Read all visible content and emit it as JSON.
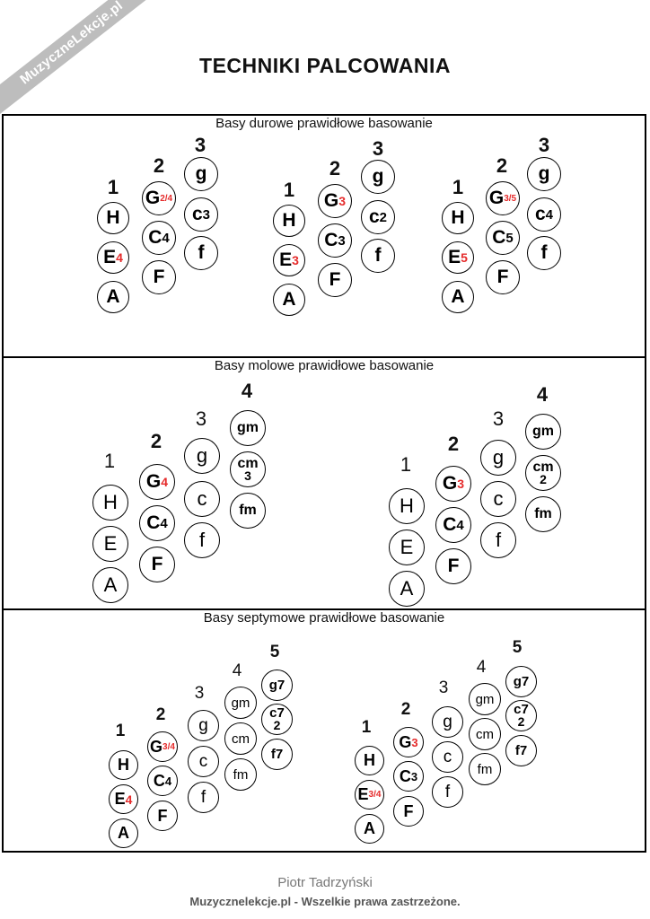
{
  "watermark": "MuzyczneLekcje.pl",
  "title": "TECHNIKI PALCOWANIA",
  "sections": [
    {
      "title": "Basy durowe prawidłowe basowanie"
    },
    {
      "title": "Basy molowe prawidłowe basowanie"
    },
    {
      "title": "Basy septymowe prawidłowe basowanie"
    }
  ],
  "labels": {
    "n1": "1",
    "n2": "2",
    "n3": "3",
    "n4": "4",
    "n5": "5"
  },
  "notes": {
    "H": "H",
    "E": "E",
    "A": "A",
    "G": "G",
    "C": "C",
    "F": "F",
    "g": "g",
    "c": "c",
    "f": "f",
    "gm": "gm",
    "cm": "cm",
    "fm": "fm",
    "g7": "g7",
    "c7": "c7",
    "f7": "f7"
  },
  "fingerings": {
    "d1_G": "2/4",
    "d1_C": "4",
    "d1_c": "3",
    "d1_E": "4",
    "d2_G": "3",
    "d2_C": "3",
    "d2_c": "2",
    "d2_E": "3",
    "d3_G": "3/5",
    "d3_C": "5",
    "d3_c": "4",
    "d3_E": "5",
    "m1_G": "4",
    "m1_C": "4",
    "m1_cm": "3",
    "m2_G": "3",
    "m2_C": "4",
    "m2_cm": "2",
    "s1_G": "3/4",
    "s1_C": "4",
    "s1_E": "4",
    "s1_c7": "2",
    "s2_G": "3",
    "s2_C": "3",
    "s2_E": "3/4",
    "s2_c7": "2"
  },
  "footer": {
    "author": "Piotr Tadrzyński",
    "copyright": "Muzycznelekcje.pl - Wszelkie prawa zastrzeżone."
  }
}
